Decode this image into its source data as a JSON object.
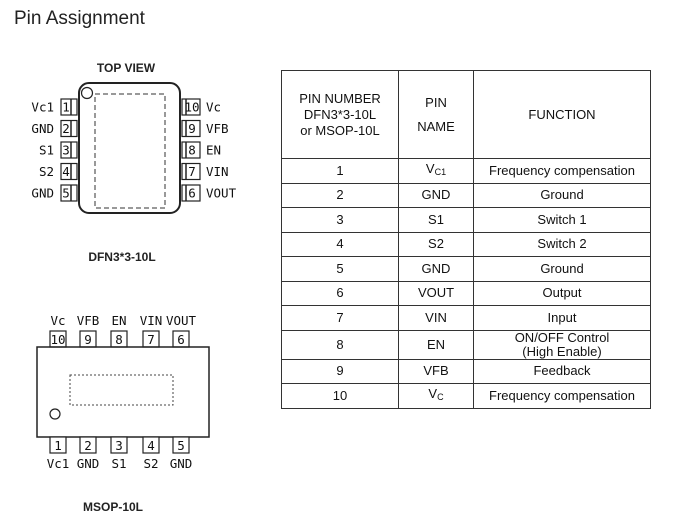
{
  "title": "Pin Assignment",
  "dfn": {
    "view_label": "TOP VIEW",
    "caption": "DFN3*3-10L",
    "left_pins": [
      {
        "num": "1",
        "name": "Vc1"
      },
      {
        "num": "2",
        "name": "GND"
      },
      {
        "num": "3",
        "name": "S1"
      },
      {
        "num": "4",
        "name": "S2"
      },
      {
        "num": "5",
        "name": "GND"
      }
    ],
    "right_pins": [
      {
        "num": "10",
        "name": "Vc"
      },
      {
        "num": "9",
        "name": "VFB"
      },
      {
        "num": "8",
        "name": "EN"
      },
      {
        "num": "7",
        "name": "VIN"
      },
      {
        "num": "6",
        "name": "VOUT"
      }
    ]
  },
  "msop": {
    "caption": "MSOP-10L",
    "top_pins": [
      {
        "num": "10",
        "name": "Vc"
      },
      {
        "num": "9",
        "name": "VFB"
      },
      {
        "num": "8",
        "name": "EN"
      },
      {
        "num": "7",
        "name": "VIN"
      },
      {
        "num": "6",
        "name": "VOUT"
      }
    ],
    "bottom_pins": [
      {
        "num": "1",
        "name": "Vc1"
      },
      {
        "num": "2",
        "name": "GND"
      },
      {
        "num": "3",
        "name": "S1"
      },
      {
        "num": "4",
        "name": "S2"
      },
      {
        "num": "5",
        "name": "GND"
      }
    ]
  },
  "table": {
    "header_number": [
      "PIN NUMBER",
      "DFN3*3-10L",
      "or MSOP-10L"
    ],
    "header_name": [
      "PIN",
      "NAME"
    ],
    "header_function": "FUNCTION",
    "rows": [
      {
        "number": "1",
        "name_main": "V",
        "name_sub": "C1",
        "function": [
          "Frequency compensation"
        ]
      },
      {
        "number": "2",
        "name_main": "GND",
        "name_sub": "",
        "function": [
          "Ground"
        ]
      },
      {
        "number": "3",
        "name_main": "S1",
        "name_sub": "",
        "function": [
          "Switch 1"
        ]
      },
      {
        "number": "4",
        "name_main": "S2",
        "name_sub": "",
        "function": [
          "Switch 2"
        ]
      },
      {
        "number": "5",
        "name_main": "GND",
        "name_sub": "",
        "function": [
          "Ground"
        ]
      },
      {
        "number": "6",
        "name_main": "VOUT",
        "name_sub": "",
        "function": [
          "Output"
        ]
      },
      {
        "number": "7",
        "name_main": "VIN",
        "name_sub": "",
        "function": [
          "Input"
        ]
      },
      {
        "number": "8",
        "name_main": "EN",
        "name_sub": "",
        "function": [
          "ON/OFF Control",
          "(High Enable)"
        ]
      },
      {
        "number": "9",
        "name_main": "VFB",
        "name_sub": "",
        "function": [
          "Feedback"
        ]
      },
      {
        "number": "10",
        "name_main": "V",
        "name_sub": "C",
        "function": [
          "Frequency compensation"
        ]
      }
    ]
  }
}
